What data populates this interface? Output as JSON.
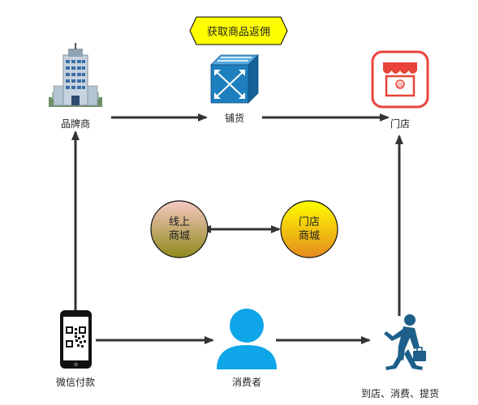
{
  "banner": {
    "text": "获取商品返佣",
    "fill": "#ffff00",
    "stroke": "#000000"
  },
  "nodes": {
    "brand": {
      "label": "品牌商",
      "icon": "office-building-icon"
    },
    "distribution": {
      "label": "铺货",
      "icon": "network-switch-icon",
      "color": "#1e7fbf"
    },
    "store": {
      "label": "门店",
      "icon": "storefront-icon",
      "color": "#e8443a"
    },
    "wechat_pay": {
      "label": "微信付款",
      "icon": "qr-code-phone-icon"
    },
    "consumer": {
      "label": "消费者",
      "icon": "person-user-icon",
      "color": "#0ea5e9"
    },
    "visit": {
      "label": "到店、消费、提货",
      "icon": "walking-businessman-icon",
      "color": "#1d5f8a"
    }
  },
  "circles": {
    "online_mall": {
      "line1": "线上",
      "line2": "商城",
      "top_color": "#f6c8c2",
      "bottom_color": "#8f8a1c"
    },
    "store_mall": {
      "line1": "门店",
      "line2": "商城",
      "top_color": "#ffff00",
      "bottom_color": "#e48a1e"
    }
  }
}
